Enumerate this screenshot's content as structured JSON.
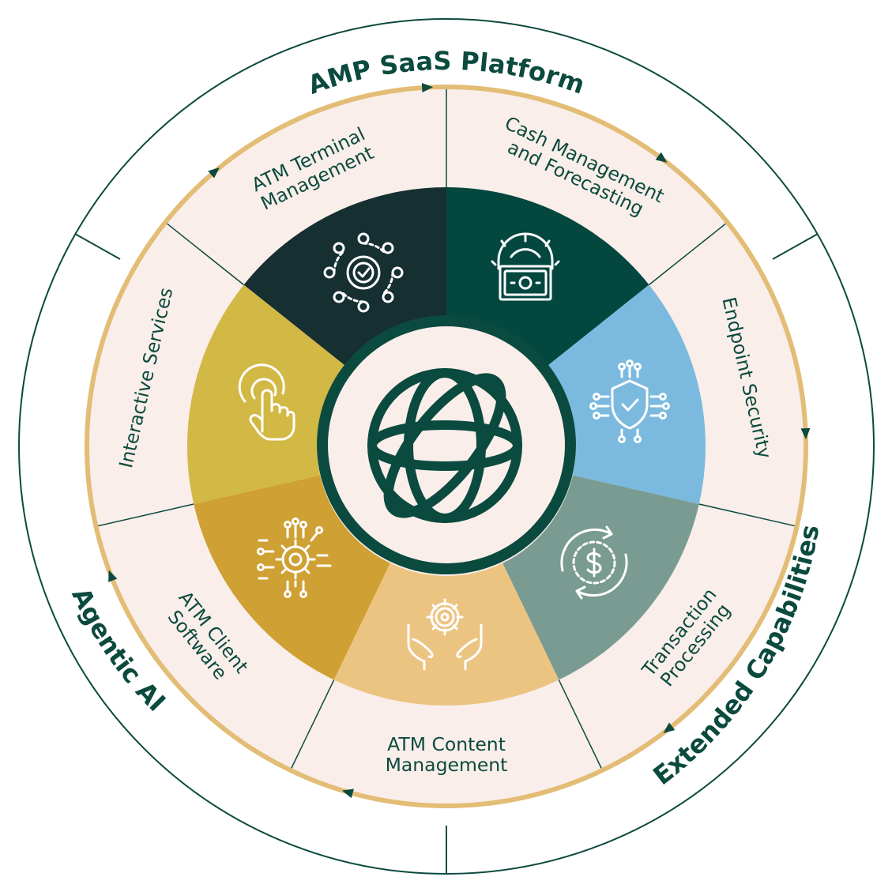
{
  "outer_ring": {
    "top_label": "AMP SaaS Platform",
    "right_label": "Extended Capabilities",
    "left_label": "Agentic AI"
  },
  "segments": [
    {
      "key": "terminal",
      "label_lines": [
        "ATM Terminal",
        "Management"
      ],
      "color": "#162f30",
      "icon": "network-check-icon"
    },
    {
      "key": "cash",
      "label_lines": [
        "Cash Management",
        "and Forecasting"
      ],
      "color": "#03473f",
      "icon": "cash-register-icon"
    },
    {
      "key": "security",
      "label_lines": [
        "Endpoint Security"
      ],
      "color": "#7bbade",
      "icon": "shield-circuit-icon"
    },
    {
      "key": "transaction",
      "label_lines": [
        "Transaction",
        "Processing"
      ],
      "color": "#7a9b91",
      "icon": "dollar-cycle-icon"
    },
    {
      "key": "content",
      "label_lines": [
        "ATM Content",
        "Management"
      ],
      "color": "#ecc482",
      "icon": "hands-gear-icon"
    },
    {
      "key": "client",
      "label_lines": [
        "ATM Client",
        "Software"
      ],
      "color": "#cfa033",
      "icon": "gear-circuit-icon"
    },
    {
      "key": "interactive",
      "label_lines": [
        "Interactive Services"
      ],
      "color": "#d2b844",
      "icon": "touch-hand-icon"
    }
  ],
  "center": {
    "icon": "globe-icon"
  },
  "colors": {
    "dark_green": "#0b4a3e",
    "gold_ring": "#e3bd76",
    "cream": "#f9eeea"
  }
}
